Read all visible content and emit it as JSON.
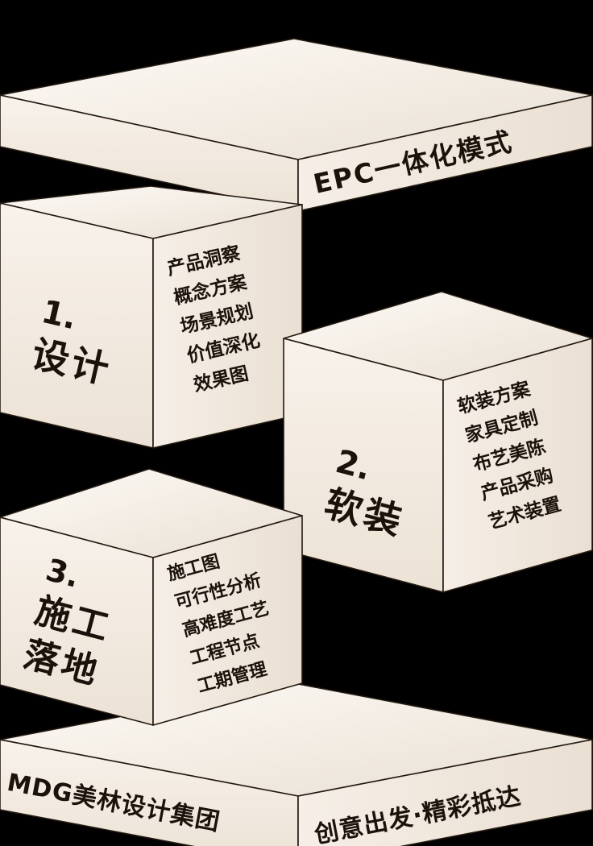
{
  "header_slab": {
    "title": "EPC一体化模式"
  },
  "boxes": [
    {
      "number": "1.",
      "name_lines": [
        "设计"
      ],
      "items": [
        "产品洞察",
        "概念方案",
        "场景规划",
        "价值深化",
        "效果图"
      ]
    },
    {
      "number": "2.",
      "name_lines": [
        "软装"
      ],
      "items": [
        "软装方案",
        "家具定制",
        "布艺美陈",
        "产品采购",
        "艺术装置"
      ]
    },
    {
      "number": "3.",
      "name_lines": [
        "施工",
        "落地"
      ],
      "items": [
        "施工图",
        "可行性分析",
        "高难度工艺",
        "工程节点",
        "工期管理"
      ]
    }
  ],
  "footer_slab": {
    "brand": "MDG美林设计集团",
    "slogan": "创意出发·精彩抵达"
  },
  "colors": {
    "background": "#000000",
    "surface": "#f4ede4",
    "surface_shadow": "#ece2d5",
    "outline": "#241a11",
    "text": "#1b130b"
  }
}
